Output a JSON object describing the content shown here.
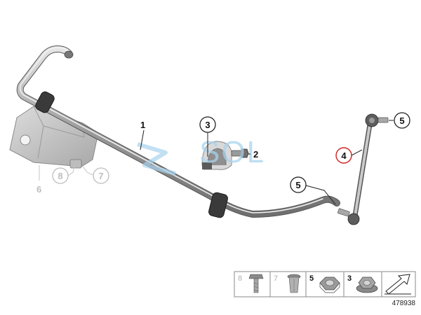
{
  "diagram": {
    "callouts": {
      "part_1": "1",
      "part_2": "2",
      "part_3": "3",
      "part_4": "4",
      "part_5_upper": "5",
      "part_5_lower": "5",
      "part_6": "6",
      "part_7": "7",
      "part_8": "8"
    },
    "highlight_color": "#cc2222",
    "faded_color": "#bdbdbd",
    "watermark": "SOL"
  },
  "parts_tray": {
    "labels": [
      "8",
      "7",
      "5",
      "3"
    ],
    "document_number": "478938"
  }
}
